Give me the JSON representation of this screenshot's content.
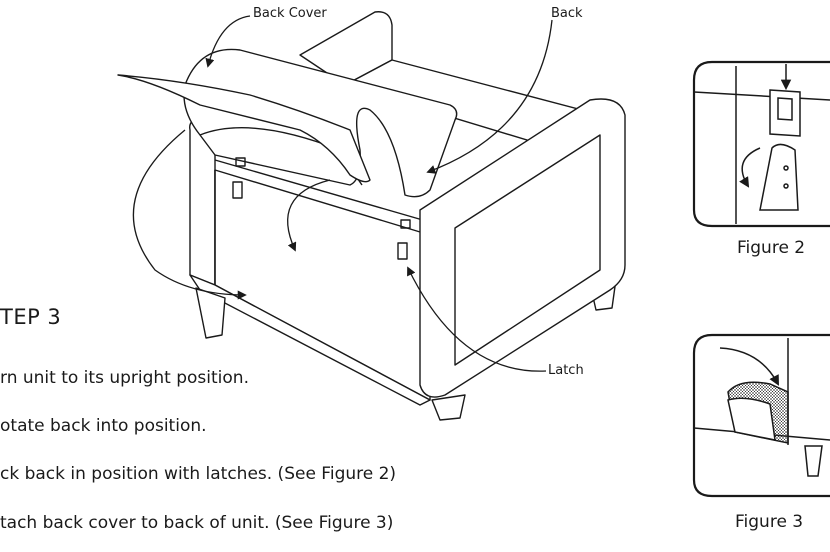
{
  "callouts": {
    "back_cover": "Back Cover",
    "back": "Back",
    "latch": "Latch"
  },
  "step": {
    "title": "TEP 3",
    "instructions": [
      "rn unit to its upright position.",
      "otate back into position.",
      "ck back in position with latches. (See Figure 2)",
      "tach back cover to back of unit. (See Figure 3)"
    ]
  },
  "figures": {
    "figure2": "Figure 2",
    "figure3": "Figure 3"
  }
}
